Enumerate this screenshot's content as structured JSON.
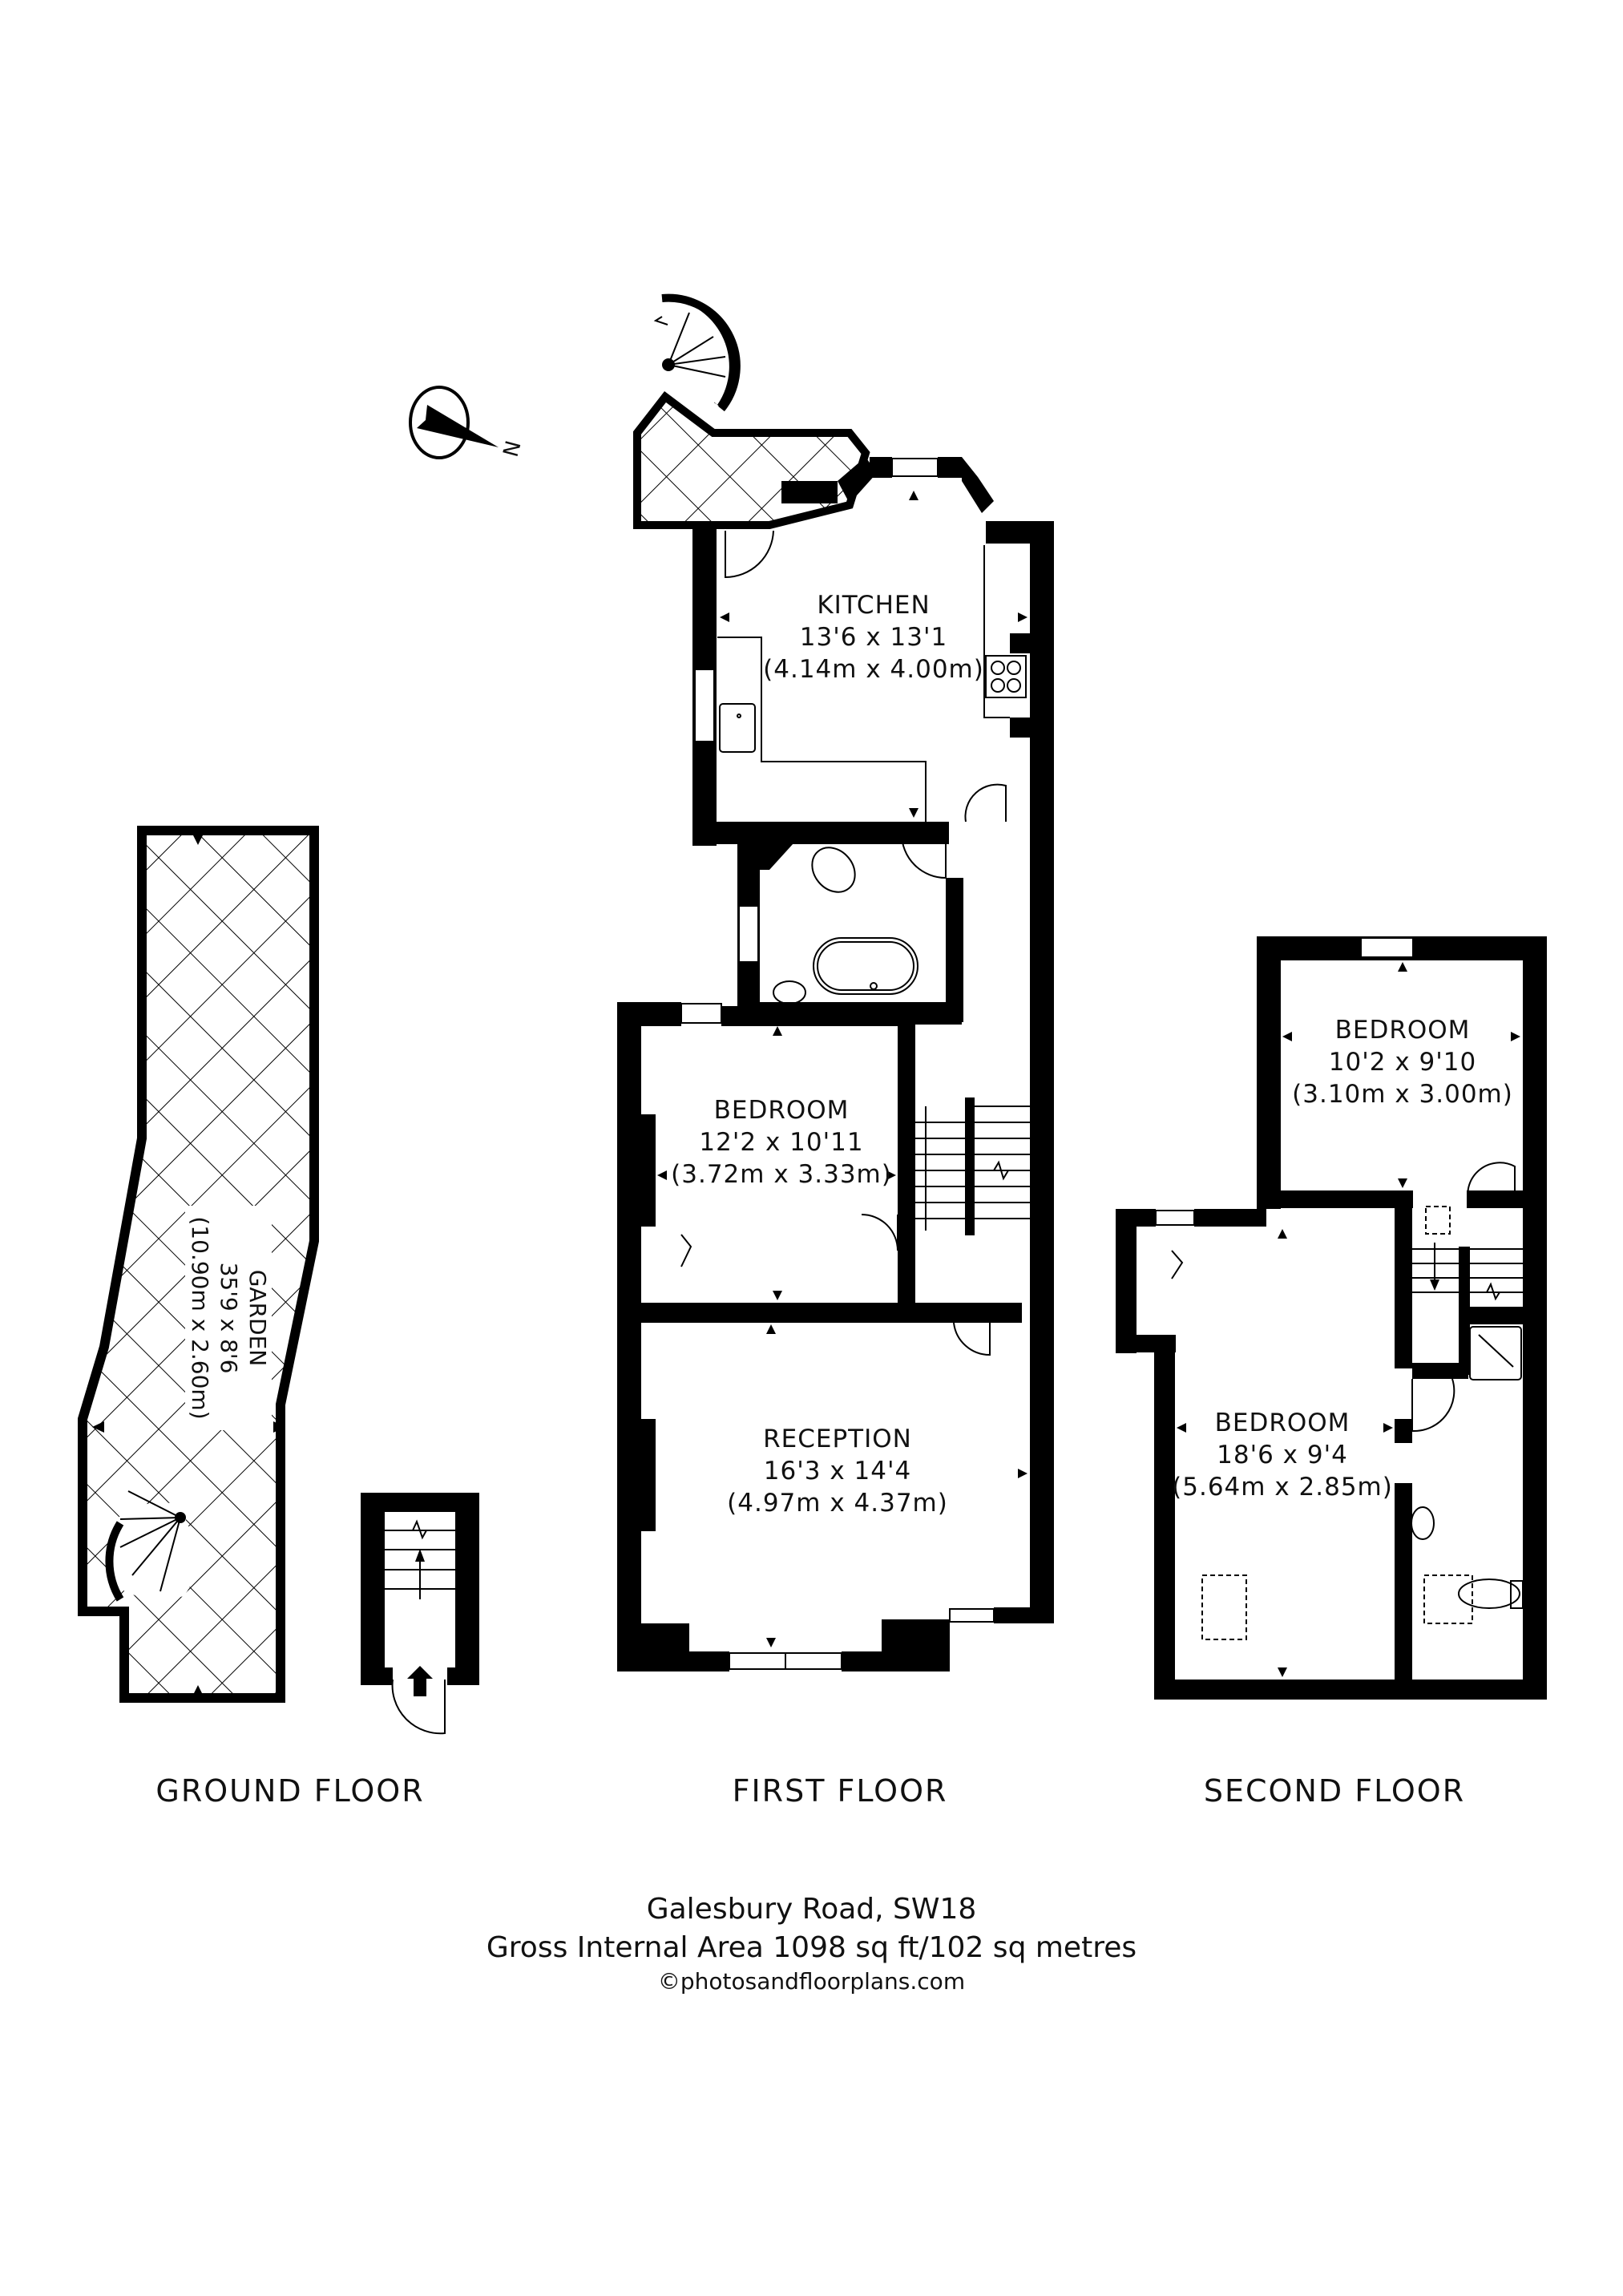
{
  "compass": {
    "icon": "north-arrow-icon",
    "label": "N"
  },
  "floors": [
    {
      "label": "GROUND FLOOR",
      "rooms": [
        {
          "name": "GARDEN",
          "imperial": "35'9 x 8'6",
          "metric": "(10.90m x 2.60m)"
        }
      ]
    },
    {
      "label": "FIRST FLOOR",
      "rooms": [
        {
          "name": "KITCHEN",
          "imperial": "13'6 x 13'1",
          "metric": "(4.14m x 4.00m)"
        },
        {
          "name": "BEDROOM",
          "imperial": "12'2 x 10'11",
          "metric": "(3.72m x 3.33m)"
        },
        {
          "name": "RECEPTION",
          "imperial": "16'3 x 14'4",
          "metric": "(4.97m x 4.37m)"
        }
      ]
    },
    {
      "label": "SECOND FLOOR",
      "rooms": [
        {
          "name": "BEDROOM",
          "imperial": "10'2 x 9'10",
          "metric": "(3.10m x 3.00m)"
        },
        {
          "name": "BEDROOM",
          "imperial": "18'6 x 9'4",
          "metric": "(5.64m x 2.85m)"
        }
      ]
    }
  ],
  "footer": {
    "address": "Galesbury Road, SW18",
    "area": "Gross Internal Area 1098 sq ft/102 sq metres",
    "copyright": "©photosandfloorplans.com"
  },
  "colors": {
    "wall": "#000000",
    "background": "#ffffff",
    "line": "#111111"
  }
}
